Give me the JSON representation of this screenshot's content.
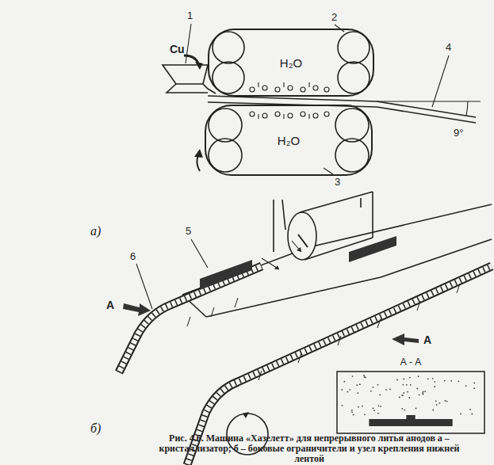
{
  "diagram": {
    "caption": "Рис. 4.6. Машина «Хазелетт» для непрерывного литья анодов а – кристаллизатор; б – боковые ограничители и узел крепления нижней лентой",
    "nodes": [
      {
        "text": [
          "H₂O"
        ]
      },
      {
        "text": [
          "H₂O"
        ]
      },
      {
        "text": [
          "А - А"
        ]
      }
    ],
    "labels": [
      "1",
      "Cu",
      "2",
      "4",
      "3",
      "9°",
      "а)",
      "5",
      "6",
      "А",
      "А",
      "б)"
    ]
  }
}
